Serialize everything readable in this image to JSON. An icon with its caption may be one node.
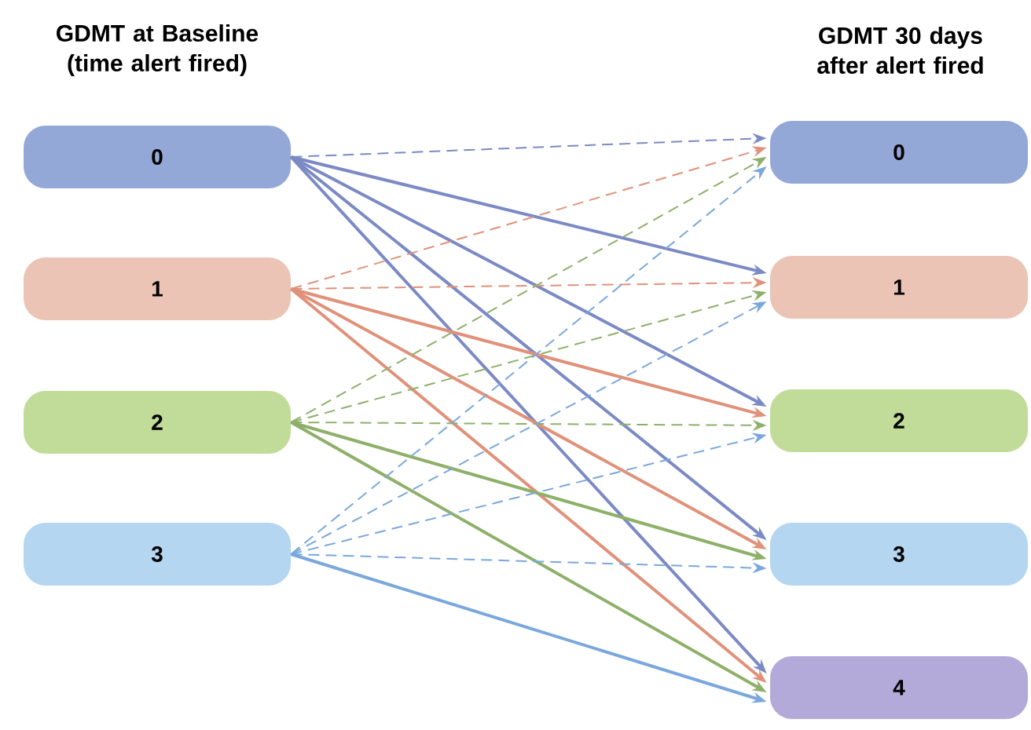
{
  "diagram": {
    "nodes": [
      {
        "text": [
          "0"
        ]
      },
      {
        "text": [
          "1"
        ]
      },
      {
        "text": [
          "2"
        ]
      },
      {
        "text": [
          "3"
        ]
      },
      {
        "text": [
          "0"
        ]
      },
      {
        "text": [
          "1"
        ]
      },
      {
        "text": [
          "2"
        ]
      },
      {
        "text": [
          "3"
        ]
      },
      {
        "text": [
          "4"
        ]
      }
    ],
    "edges": [
      {
        "from": 0,
        "to": 4,
        "arrow": "to",
        "style": "dashed",
        "color": "#7b8ac4"
      },
      {
        "from": 0,
        "to": 5,
        "arrow": "to",
        "color": "#7b8ac4"
      },
      {
        "from": 0,
        "to": 6,
        "arrow": "to",
        "color": "#7b8ac4"
      },
      {
        "from": 0,
        "to": 7,
        "arrow": "to",
        "color": "#7b8ac4"
      },
      {
        "from": 0,
        "to": 8,
        "arrow": "to",
        "color": "#7b8ac4"
      },
      {
        "from": 1,
        "to": 4,
        "arrow": "to",
        "style": "dashed",
        "color": "#e0917a"
      },
      {
        "from": 1,
        "to": 5,
        "arrow": "to",
        "style": "dashed",
        "color": "#e0917a"
      },
      {
        "from": 1,
        "to": 6,
        "arrow": "to",
        "color": "#e0917a"
      },
      {
        "from": 1,
        "to": 7,
        "arrow": "to",
        "color": "#e0917a"
      },
      {
        "from": 1,
        "to": 8,
        "arrow": "to",
        "color": "#e0917a"
      },
      {
        "from": 2,
        "to": 4,
        "arrow": "to",
        "style": "dashed",
        "color": "#8eb06a"
      },
      {
        "from": 2,
        "to": 5,
        "arrow": "to",
        "style": "dashed",
        "color": "#8eb06a"
      },
      {
        "from": 2,
        "to": 6,
        "arrow": "to",
        "style": "dashed",
        "color": "#8eb06a"
      },
      {
        "from": 2,
        "to": 7,
        "arrow": "to",
        "color": "#8eb06a"
      },
      {
        "from": 2,
        "to": 8,
        "arrow": "to",
        "color": "#8eb06a"
      },
      {
        "from": 3,
        "to": 4,
        "arrow": "to",
        "style": "dashed",
        "color": "#7aa8dc"
      },
      {
        "from": 3,
        "to": 5,
        "arrow": "to",
        "style": "dashed",
        "color": "#7aa8dc"
      },
      {
        "from": 3,
        "to": 6,
        "arrow": "to",
        "style": "dashed",
        "color": "#7aa8dc"
      },
      {
        "from": 3,
        "to": 7,
        "arrow": "to",
        "style": "dashed",
        "color": "#7aa8dc"
      },
      {
        "from": 3,
        "to": 8,
        "arrow": "to",
        "color": "#7aa8dc"
      }
    ],
    "labels": [
      "GDMT at Baseline (time alert fired)",
      "GDMT 30 days after alert fired"
    ]
  }
}
